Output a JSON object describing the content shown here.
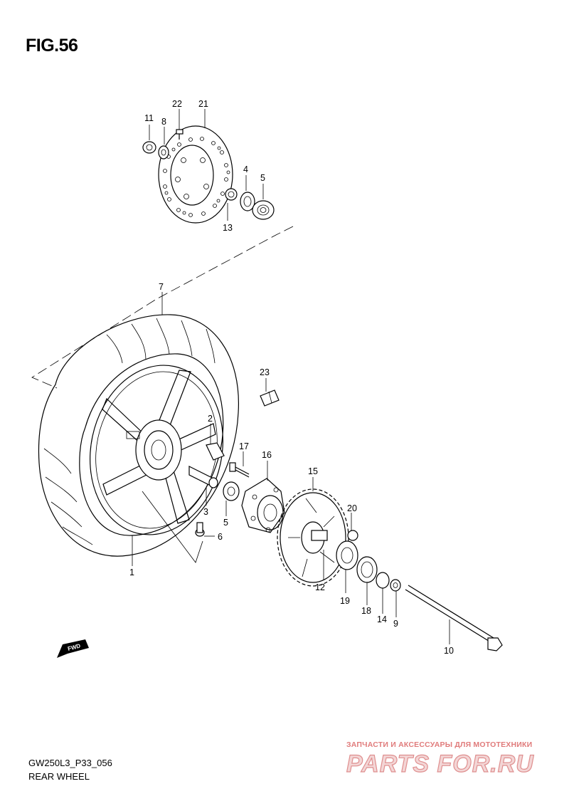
{
  "figure": {
    "title": "FIG.56"
  },
  "footer": {
    "code": "GW250L3_P33_056",
    "name": "REAR WHEEL"
  },
  "fwd_icon": {
    "label": "FWD",
    "icon": "forward-arrow-icon"
  },
  "watermark": {
    "tagline": "ЗАПЧАСТИ И АКСЕССУАРЫ ДЛЯ МОТОТЕХНИКИ",
    "logo": "PARTS FOR.RU"
  },
  "callouts": {
    "c1": "1",
    "c2": "2",
    "c3": "3",
    "c4": "4",
    "c5a": "5",
    "c5b": "5",
    "c6": "6",
    "c7": "7",
    "c8": "8",
    "c9": "9",
    "c10": "10",
    "c11": "11",
    "c12": "12",
    "c13": "13",
    "c14": "14",
    "c15": "15",
    "c16": "16",
    "c17": "17",
    "c18": "18",
    "c19": "19",
    "c20": "20",
    "c21": "21",
    "c22": "22",
    "c23": "23"
  }
}
